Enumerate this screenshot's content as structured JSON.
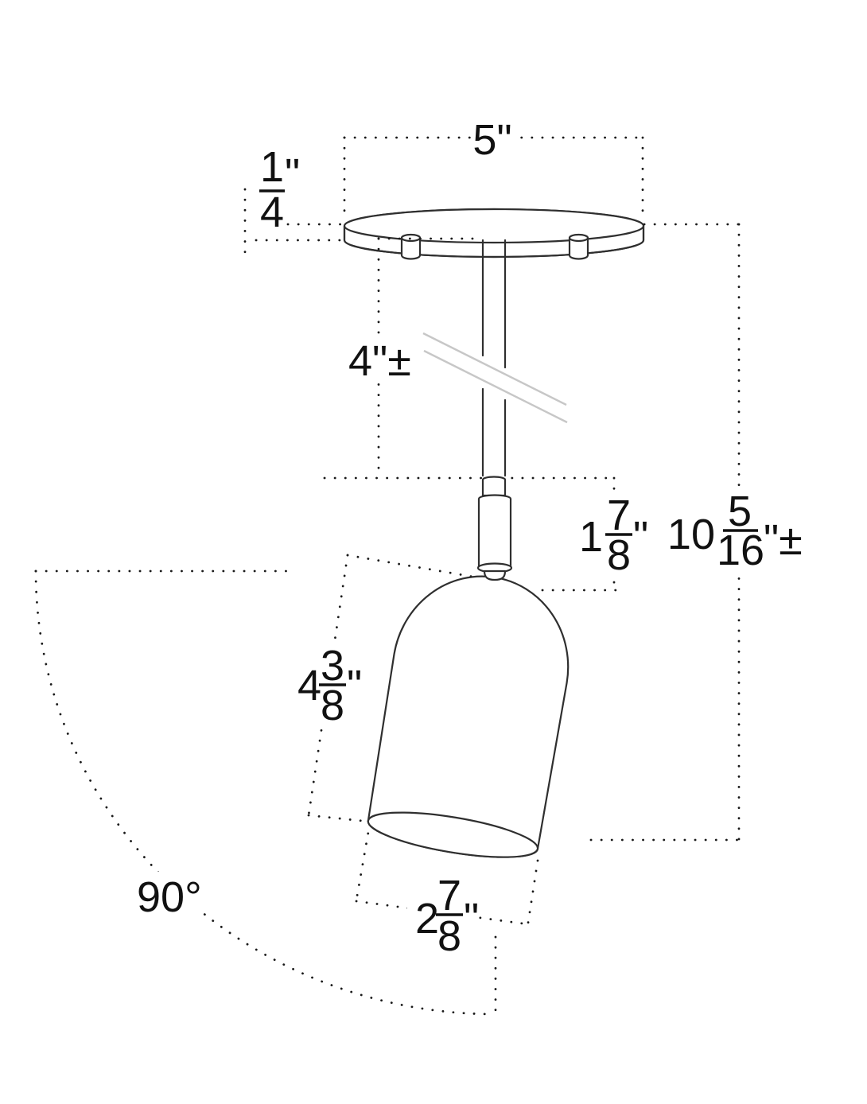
{
  "diagram_title": "ceiling spotlight fixture dimension diagram",
  "dimensions": {
    "canopy_width": {
      "whole": "5",
      "suffix": "\""
    },
    "canopy_thickness": {
      "num": "1",
      "den": "4",
      "suffix": "\""
    },
    "stem_length": {
      "whole": "4",
      "suffix": "\"±"
    },
    "joint_length": {
      "whole": "1",
      "num": "7",
      "den": "8",
      "suffix": "\""
    },
    "overall_height": {
      "whole": "10",
      "num": "5",
      "den": "16",
      "suffix": "\"±"
    },
    "shade_height": {
      "whole": "4",
      "num": "3",
      "den": "8",
      "suffix": "\""
    },
    "shade_diameter": {
      "whole": "2",
      "num": "7",
      "den": "8",
      "suffix": "\""
    },
    "swivel_angle": {
      "whole": "90",
      "suffix": "°"
    }
  },
  "colors": {
    "outline": "#2f2f2f",
    "dotted_line": "#1a1a1a",
    "break_mark": "#c7c7c7",
    "text": "#111111",
    "background": "#ffffff"
  }
}
